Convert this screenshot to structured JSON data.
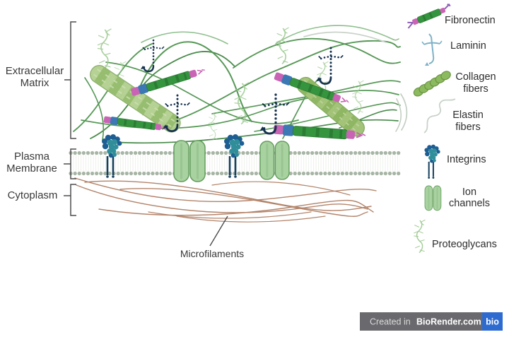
{
  "region_labels": {
    "extracellular_matrix": [
      "Extracellular",
      "Matrix"
    ],
    "plasma_membrane": [
      "Plasma",
      "Membrane"
    ],
    "cytoplasm": "Cytoplasm",
    "microfilaments": "Microfilaments"
  },
  "legend": {
    "items": [
      {
        "icon": "fibronectin-icon",
        "lines": [
          "Fibronectin"
        ]
      },
      {
        "icon": "laminin-icon",
        "lines": [
          "Laminin"
        ]
      },
      {
        "icon": "collagen-fibers-icon",
        "lines": [
          "Collagen",
          "fibers"
        ]
      },
      {
        "icon": "elastin-fibers-icon",
        "lines": [
          "Elastin",
          "fibers"
        ]
      },
      {
        "icon": "integrins-icon",
        "lines": [
          "Integrins"
        ]
      },
      {
        "icon": "ion-channels-icon",
        "lines": [
          "Ion",
          "channels"
        ]
      },
      {
        "icon": "proteoglycans-icon",
        "lines": [
          "Proteoglycans"
        ]
      }
    ]
  },
  "badge": {
    "prefix": "Created in",
    "brand": "BioRender.com",
    "logo": "bio"
  },
  "colors": {
    "fiber_green": "#569856",
    "fiber_green_dark": "#478a49",
    "fiber_light": "#8fbf8f",
    "elastin_gray": "#c9d2c9",
    "collagen_fill": "#b2cf8e",
    "collagen_band": "#94bb6d",
    "collagen_legend": "#8cba5e",
    "fibronectin_green": "#35953f",
    "fibronectin_pink": "#c964b5",
    "fibronectin_blue": "#3c78b4",
    "fibronectin_purple": "#8e5db8",
    "laminin_navy": "#16324f",
    "laminin_legend_blue": "#7fb2c6",
    "integrin_blue": "#1d5e93",
    "integrin_teal": "#2f8e99",
    "ion_channel_fill": "#a8d2a0",
    "ion_channel_stroke": "#639c5d",
    "membrane_bead_gray": "#a7b5a5",
    "microfilament_brown": "#b3846a",
    "proteoglycan_green": "#a2cc96",
    "label_dark": "#3a3a3a",
    "badge_gray": "#6a6a6e",
    "badge_blue": "#2e6bd0"
  }
}
